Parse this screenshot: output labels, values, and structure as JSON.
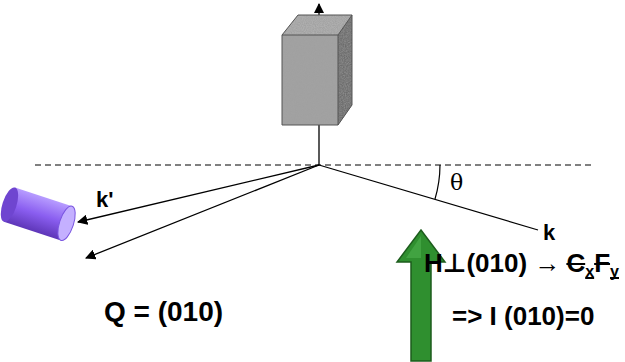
{
  "diagram": {
    "labels": [
      "k'",
      "θ",
      "k",
      "Q = (010)",
      "H⊥(010) →",
      "C",
      "x",
      "F",
      "y",
      "=> I (010)=0"
    ]
  }
}
